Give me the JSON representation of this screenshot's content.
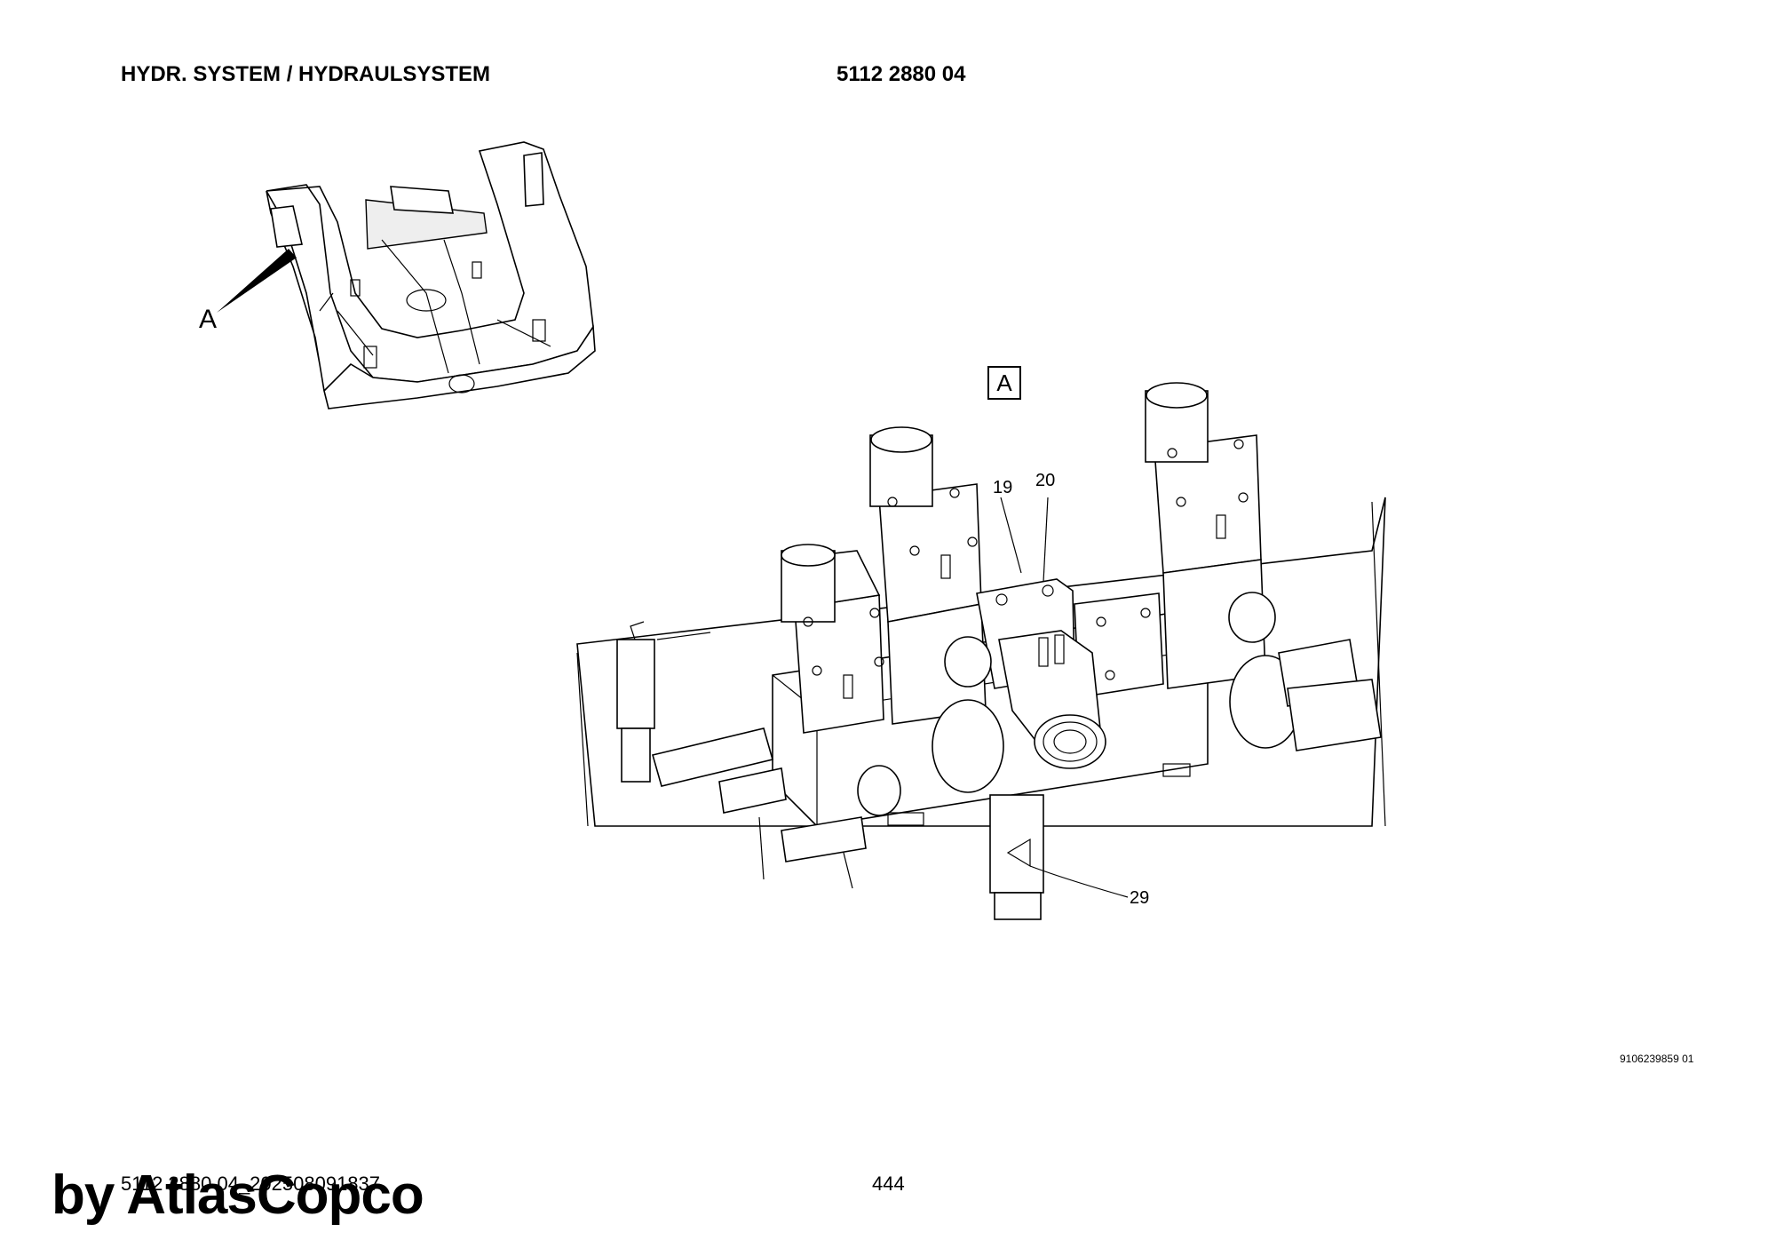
{
  "header": {
    "title": "HYDR. SYSTEM / HYDRAULSYSTEM",
    "document_number": "5112 2880 04"
  },
  "inset": {
    "view_marker": "A"
  },
  "main_view": {
    "view_label": "A",
    "callouts": [
      "19",
      "20",
      "29"
    ]
  },
  "sheet_reference": "9106239859 01",
  "footer": {
    "reference": "5112 2880 04_202508091837",
    "page_number": "444",
    "watermark": "by AtlasCopco"
  }
}
